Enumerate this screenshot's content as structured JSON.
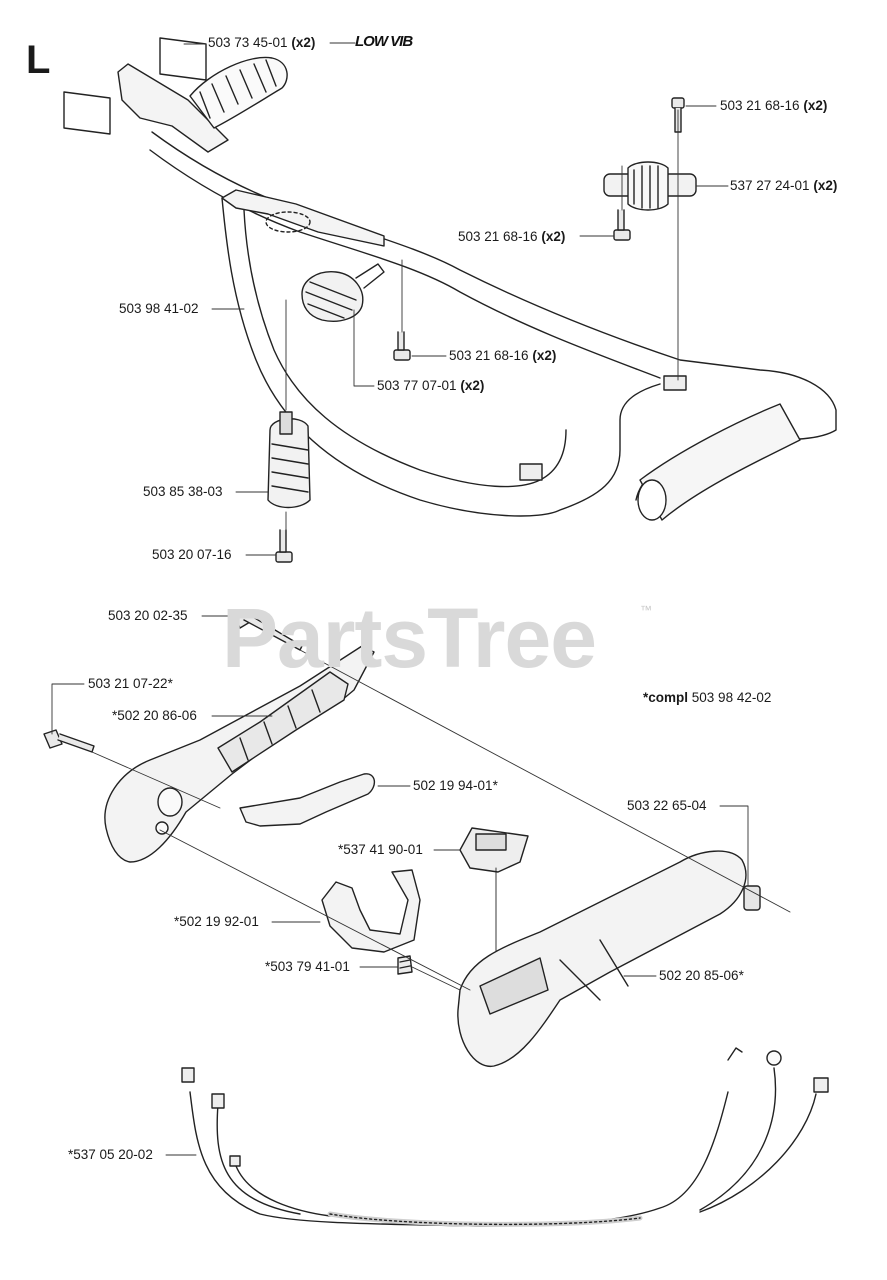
{
  "section_letter": "L",
  "watermark": "PartsTree",
  "watermark_tm": "™",
  "compl_note": {
    "prefix": "*compl",
    "number": "503 98 42-02"
  },
  "logo_text": "LOW VIB",
  "parts": [
    {
      "id": "p1",
      "number": "503 73 45-01",
      "qty": "(x2)"
    },
    {
      "id": "p2",
      "number": "503 21 68-16",
      "qty": "(x2)"
    },
    {
      "id": "p3",
      "number": "537 27 24-01",
      "qty": "(x2)"
    },
    {
      "id": "p4",
      "number": "503 21 68-16",
      "qty": "(x2)"
    },
    {
      "id": "p5",
      "number": "503 98 41-02",
      "qty": ""
    },
    {
      "id": "p6",
      "number": "503 21 68-16",
      "qty": "(x2)"
    },
    {
      "id": "p7",
      "number": "503 77 07-01",
      "qty": "(x2)"
    },
    {
      "id": "p8",
      "number": "503 85 38-03",
      "qty": ""
    },
    {
      "id": "p9",
      "number": "503 20 07-16",
      "qty": ""
    },
    {
      "id": "p10",
      "number": "503 20 02-35",
      "qty": ""
    },
    {
      "id": "p11",
      "number": "503 21 07-22*",
      "qty": ""
    },
    {
      "id": "p12",
      "number": "*502 20 86-06",
      "qty": ""
    },
    {
      "id": "p13",
      "number": "502 19 94-01*",
      "qty": ""
    },
    {
      "id": "p14",
      "number": "503 22 65-04",
      "qty": ""
    },
    {
      "id": "p15",
      "number": "*537 41 90-01",
      "qty": ""
    },
    {
      "id": "p16",
      "number": "*502 19 92-01",
      "qty": ""
    },
    {
      "id": "p17",
      "number": "*503 79 41-01",
      "qty": ""
    },
    {
      "id": "p18",
      "number": "502 20 85-06*",
      "qty": ""
    },
    {
      "id": "p19",
      "number": "*537 05 20-02",
      "qty": ""
    }
  ]
}
